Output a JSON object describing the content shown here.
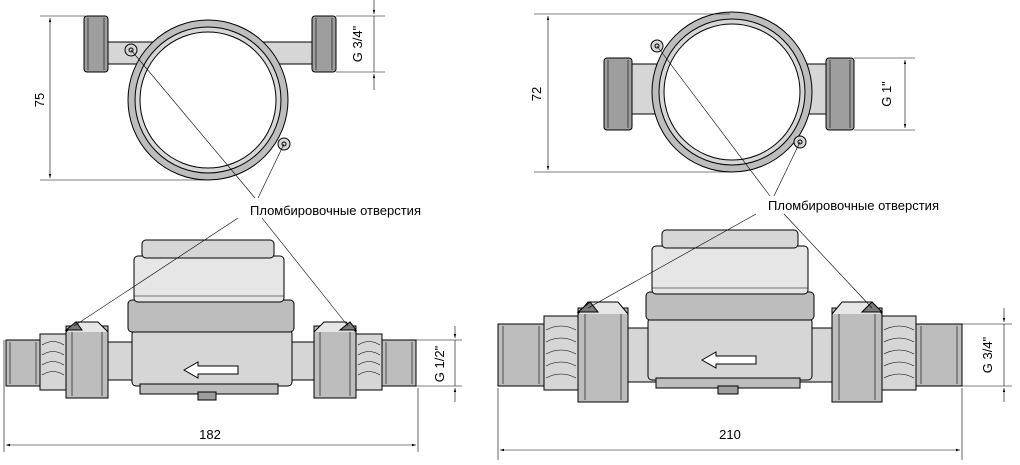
{
  "left_meter": {
    "height_dim": "75",
    "top_thread": "G 3/4\"",
    "bottom_thread": "G 1/2\"",
    "length_dim": "182",
    "seal_label": "Пломбировочные отверстия"
  },
  "right_meter": {
    "height_dim": "72",
    "top_thread": "G 1\"",
    "bottom_thread": "G 3/4\"",
    "length_dim": "210",
    "seal_label": "Пломбировочные отверстия"
  }
}
